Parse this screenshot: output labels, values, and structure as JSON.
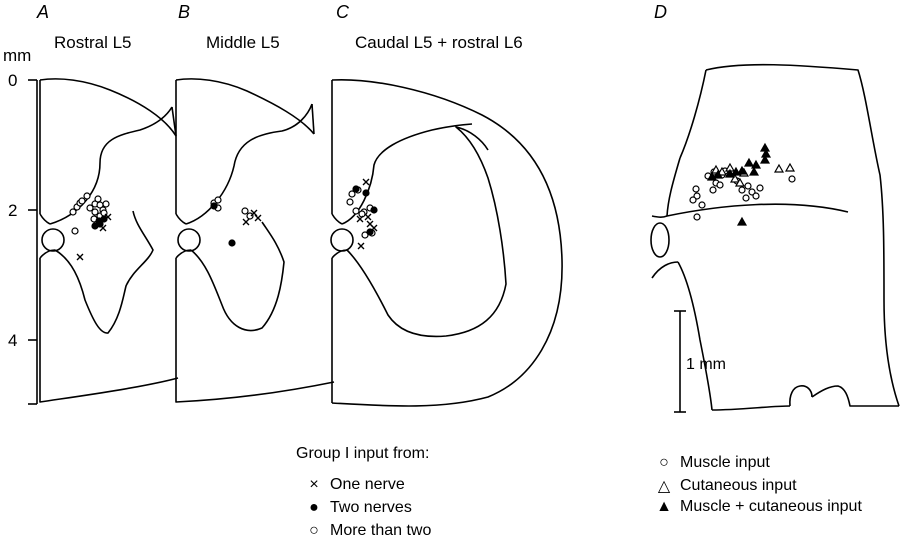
{
  "panels": [
    {
      "letter": "A",
      "title": "Rostral L5"
    },
    {
      "letter": "B",
      "title": "Middle L5"
    },
    {
      "letter": "C",
      "title": "Caudal L5 + rostral L6"
    },
    {
      "letter": "D",
      "title": ""
    }
  ],
  "depth_axis": {
    "unit": "mm",
    "ticks": [
      "0",
      "2",
      "4"
    ]
  },
  "scale_bar": {
    "label": "1 mm"
  },
  "legend_left": {
    "title": "Group I input from:",
    "items": [
      {
        "symbol": "cross",
        "label": "One nerve"
      },
      {
        "symbol": "filled-circle",
        "label": "Two nerves"
      },
      {
        "symbol": "open-circle",
        "label": "More than two"
      }
    ]
  },
  "legend_right": {
    "items": [
      {
        "symbol": "open-circle",
        "label": "Muscle input"
      },
      {
        "symbol": "open-triangle",
        "label": "Cutaneous input"
      },
      {
        "symbol": "filled-triangle",
        "label": "Muscle + cutaneous input"
      }
    ]
  }
}
